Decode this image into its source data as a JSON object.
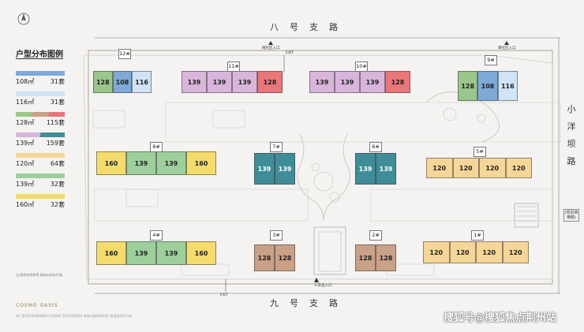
{
  "roads": {
    "north": "八号支路",
    "south": "九号支路",
    "east": [
      "小",
      "洋",
      "坝",
      "路"
    ],
    "east_note": "(规划西横路)"
  },
  "legend": {
    "title": "户型分布图例",
    "items": [
      {
        "area": "108㎡",
        "count": "31套",
        "colors": [
          "#7fa9d6"
        ]
      },
      {
        "area": "116㎡",
        "count": "31套",
        "colors": [
          "#cfe4f4"
        ]
      },
      {
        "area": "128㎡",
        "count": "115套",
        "colors": [
          "#9cc58b",
          "#c9a187",
          "#e8767a"
        ]
      },
      {
        "area": "139㎡",
        "count": "159套",
        "colors": [
          "#d9b5dc",
          "#3f8d98"
        ]
      },
      {
        "area": "120㎡",
        "count": "64套",
        "colors": [
          "#f5d698"
        ]
      },
      {
        "area": "139㎡",
        "count": "32套",
        "colors": [
          "#9ccf9c"
        ]
      },
      {
        "area": "160㎡",
        "count": "32套",
        "colors": [
          "#f3db6d"
        ]
      }
    ]
  },
  "colors": {
    "blue108": "#7fa9d6",
    "lightblue116": "#cfe4f4",
    "green128": "#9cc58b",
    "brown128": "#c9a187",
    "red128": "#e8767a",
    "purple139": "#d9b5dc",
    "teal139": "#3f8d98",
    "orange120": "#f5d698",
    "green139": "#9ccf9c",
    "yellow160": "#f3db6d"
  },
  "entrances": {
    "north_pedestrian": "南社区入口",
    "north_right": "南社区入口",
    "south_vehicle": "人车出入口",
    "north_exit": "EXIT",
    "south_exit": "EXIT"
  },
  "buildings": [
    {
      "id": "b12",
      "num": "12#",
      "units": [
        {
          "label": "128",
          "c": "#9cc58b"
        },
        {
          "label": "108",
          "c": "#7fa9d6"
        },
        {
          "label": "116",
          "c": "#cfe4f4"
        }
      ]
    },
    {
      "id": "b11",
      "num": "11#",
      "units": [
        {
          "label": "139",
          "c": "#d9b5dc"
        },
        {
          "label": "139",
          "c": "#d9b5dc"
        },
        {
          "label": "139",
          "c": "#d9b5dc"
        },
        {
          "label": "128",
          "c": "#e8767a"
        }
      ]
    },
    {
      "id": "b10",
      "num": "10#",
      "units": [
        {
          "label": "139",
          "c": "#d9b5dc"
        },
        {
          "label": "139",
          "c": "#d9b5dc"
        },
        {
          "label": "139",
          "c": "#d9b5dc"
        },
        {
          "label": "128",
          "c": "#e8767a"
        }
      ]
    },
    {
      "id": "b9",
      "num": "9#",
      "units": [
        {
          "label": "128",
          "c": "#9cc58b"
        },
        {
          "label": "108",
          "c": "#7fa9d6"
        },
        {
          "label": "116",
          "c": "#cfe4f4"
        }
      ]
    },
    {
      "id": "b8",
      "num": "8#",
      "units": [
        {
          "label": "160",
          "c": "#f3db6d"
        },
        {
          "label": "139",
          "c": "#9ccf9c"
        },
        {
          "label": "139",
          "c": "#9ccf9c"
        },
        {
          "label": "160",
          "c": "#f3db6d"
        }
      ]
    },
    {
      "id": "b7",
      "num": "7#",
      "units": [
        {
          "label": "139",
          "c": "#3f8d98"
        },
        {
          "label": "139",
          "c": "#3f8d98"
        }
      ]
    },
    {
      "id": "b6",
      "num": "6#",
      "units": [
        {
          "label": "139",
          "c": "#3f8d98"
        },
        {
          "label": "139",
          "c": "#3f8d98"
        }
      ]
    },
    {
      "id": "b5",
      "num": "5#",
      "units": [
        {
          "label": "120",
          "c": "#f5d698"
        },
        {
          "label": "120",
          "c": "#f5d698"
        },
        {
          "label": "120",
          "c": "#f5d698"
        },
        {
          "label": "120",
          "c": "#f5d698"
        }
      ]
    },
    {
      "id": "b4",
      "num": "4#",
      "units": [
        {
          "label": "160",
          "c": "#f3db6d"
        },
        {
          "label": "139",
          "c": "#9ccf9c"
        },
        {
          "label": "139",
          "c": "#9ccf9c"
        },
        {
          "label": "160",
          "c": "#f3db6d"
        }
      ]
    },
    {
      "id": "b3",
      "num": "3#",
      "units": [
        {
          "label": "128",
          "c": "#c9a187"
        },
        {
          "label": "128",
          "c": "#c9a187"
        }
      ]
    },
    {
      "id": "b2",
      "num": "2#",
      "units": [
        {
          "label": "128",
          "c": "#c9a187"
        },
        {
          "label": "128",
          "c": "#c9a187"
        }
      ]
    },
    {
      "id": "b1",
      "num": "1#",
      "units": [
        {
          "label": "120",
          "c": "#f5d698"
        },
        {
          "label": "120",
          "c": "#f5d698"
        },
        {
          "label": "120",
          "c": "#f5d698"
        },
        {
          "label": "120",
          "c": "#f5d698"
        }
      ]
    }
  ],
  "footer": {
    "brand": "COSMO OASIS",
    "note": "注:图纸仅供参考,具体以实际为准。",
    "disclaimer": "本广告中涉及的所有图片仅供参考,不作为合同附件,具体以政府相关部门批准的文件为准。",
    "watermark": "搜狐号@搜狐焦点荆州站"
  }
}
